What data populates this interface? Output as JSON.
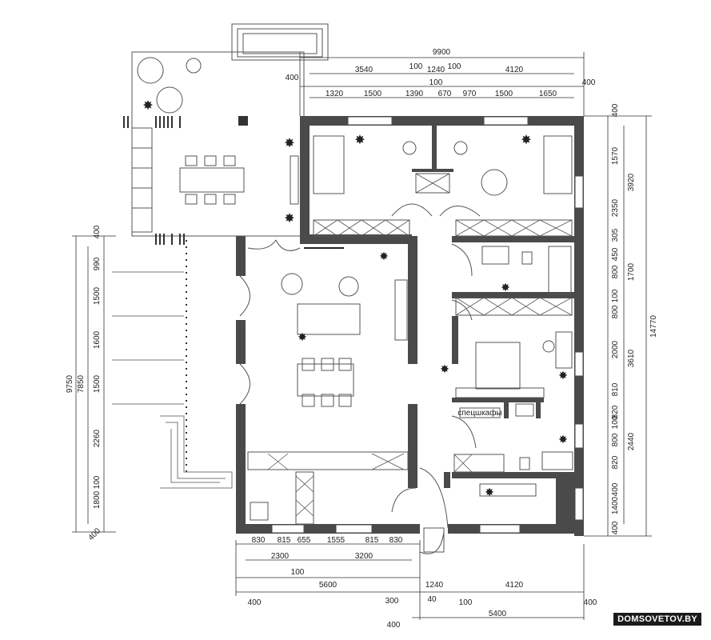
{
  "dimensions": {
    "top_total": "9900",
    "top_row1": [
      "3540",
      "100",
      "1240",
      "100",
      "4120"
    ],
    "top_row2": [
      "400",
      "100",
      "400"
    ],
    "top_row3": [
      "1320",
      "1500",
      "1390",
      "670",
      "970",
      "1500",
      "1650"
    ],
    "right_col_outer": [
      "400",
      "1570",
      "2350",
      "305",
      "450",
      "800",
      "100",
      "800",
      "2000",
      "810",
      "820",
      "100",
      "800",
      "820",
      "400",
      "1400",
      "400"
    ],
    "right_col_mid": [
      "3920",
      "1700",
      "3610",
      "2440"
    ],
    "right_total": "14770",
    "left_col_outer": [
      "400",
      "990",
      "1500",
      "1600",
      "1500",
      "2260",
      "100",
      "1800",
      "400"
    ],
    "left_col_mid": "7850",
    "left_total": "9750",
    "bottom_row1": [
      "830",
      "815",
      "655",
      "1555",
      "815",
      "830"
    ],
    "bottom_row2": [
      "2300",
      "3200"
    ],
    "bottom_row2b": "100",
    "bottom_row3": [
      "5600",
      "1240",
      "4120"
    ],
    "bottom_row4": [
      "400",
      "300",
      "40",
      "100",
      "400"
    ],
    "bottom_row5": [
      "400",
      "5400"
    ]
  },
  "labels": {
    "wardrobe": "спецшкафы"
  },
  "watermark": "DOMSOVETOV.BY",
  "colors": {
    "wall": "#4a4a4a",
    "line": "#333333"
  }
}
